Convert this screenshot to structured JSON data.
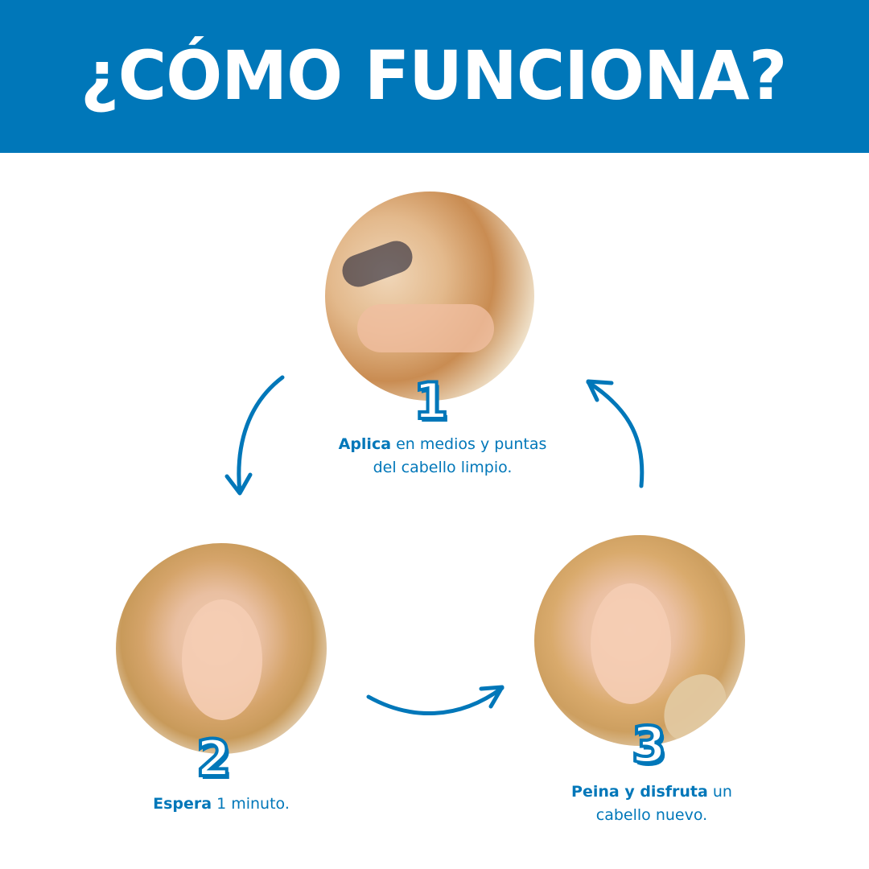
{
  "header": {
    "title": "¿CÓMO FUNCIONA?",
    "background_color": "#0077b9"
  },
  "steps": [
    {
      "number": "1",
      "image": "woman-applying-hair-oil-to-ends",
      "caption_bold": "Aplica",
      "caption_line1_rest": " en medios y puntas",
      "caption_line2": "del cabello limpio."
    },
    {
      "number": "2",
      "image": "woman-eyes-closed-waiting",
      "caption_bold": "Espera",
      "caption_line1_rest": " 1 minuto."
    },
    {
      "number": "3",
      "image": "smiling-woman-brushing-hair",
      "caption_bold": "Peina y disfruta",
      "caption_line1_rest": " un",
      "caption_line2": "cabello nuevo."
    }
  ],
  "arrows": [
    "arrow-step1-to-step2",
    "arrow-step2-to-step3",
    "arrow-step3-to-step1"
  ],
  "accent_color": "#0077b9"
}
